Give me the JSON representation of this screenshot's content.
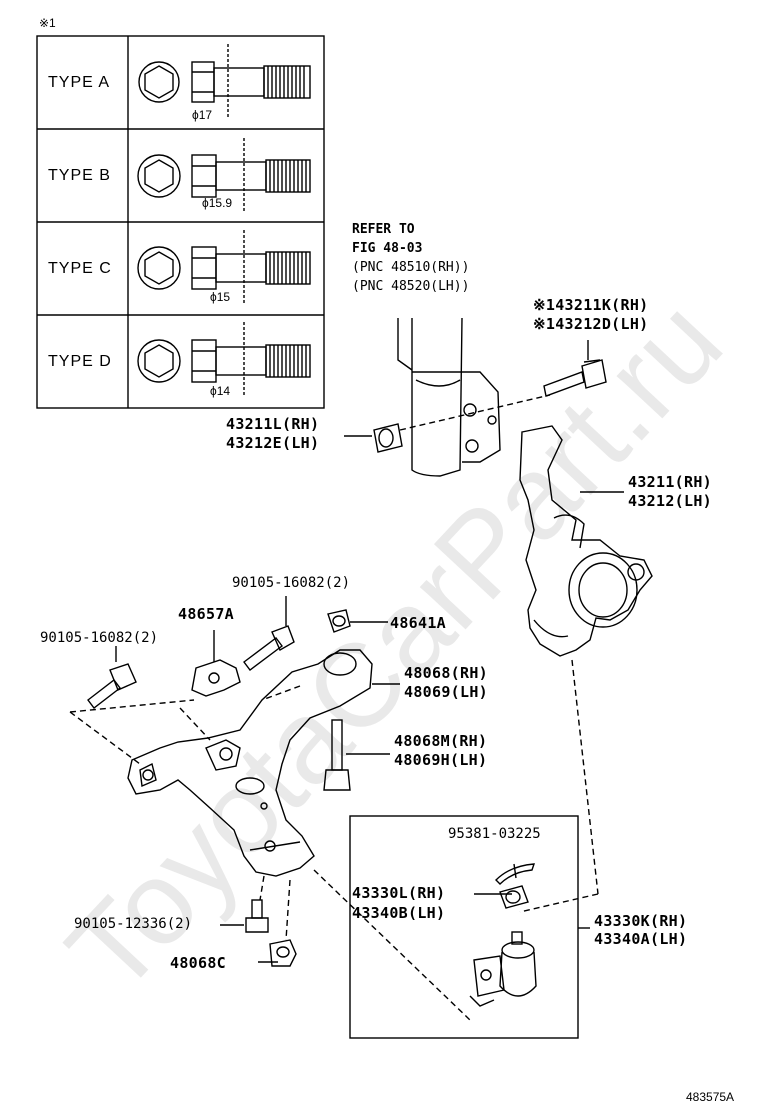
{
  "note_mark": "※1",
  "types": [
    {
      "label": "TYPE A",
      "diameter": "ϕ17"
    },
    {
      "label": "TYPE B",
      "diameter": "ϕ15.9"
    },
    {
      "label": "TYPE C",
      "diameter": "ϕ15"
    },
    {
      "label": "TYPE D",
      "diameter": "ϕ14"
    }
  ],
  "refer": {
    "line1": "REFER TO",
    "line2": "FIG 48-03",
    "line3": "(PNC 48510(RH))",
    "line4": "(PNC 48520(LH))"
  },
  "parts": {
    "bolt_rh": "※143211K(RH)",
    "bolt_lh": "※143212D(LH)",
    "nut_rh": "43211L(RH)",
    "nut_lh": "43212E(LH)",
    "knuckle_rh": "43211(RH)",
    "knuckle_lh": "43212(LH)",
    "bolt_top": "90105-16082(2)",
    "bracket": "48657A",
    "nut_48641": "48641A",
    "bolt_left": "90105-16082(2)",
    "arm_rh": "48068(RH)",
    "arm_lh": "48069(LH)",
    "bolt_arm_rh": "48068M(RH)",
    "bolt_arm_lh": "48069H(LH)",
    "cotter": "95381-03225",
    "bj_nut_rh": "43330L(RH)",
    "bj_nut_lh": "43340B(LH)",
    "bj_rh": "43330K(RH)",
    "bj_lh": "43340A(LH)",
    "bolt_bottom": "90105-12336(2)",
    "bushing": "48068C"
  },
  "watermark": "ToyotaCarPart.ru",
  "figure_id": "483575A"
}
